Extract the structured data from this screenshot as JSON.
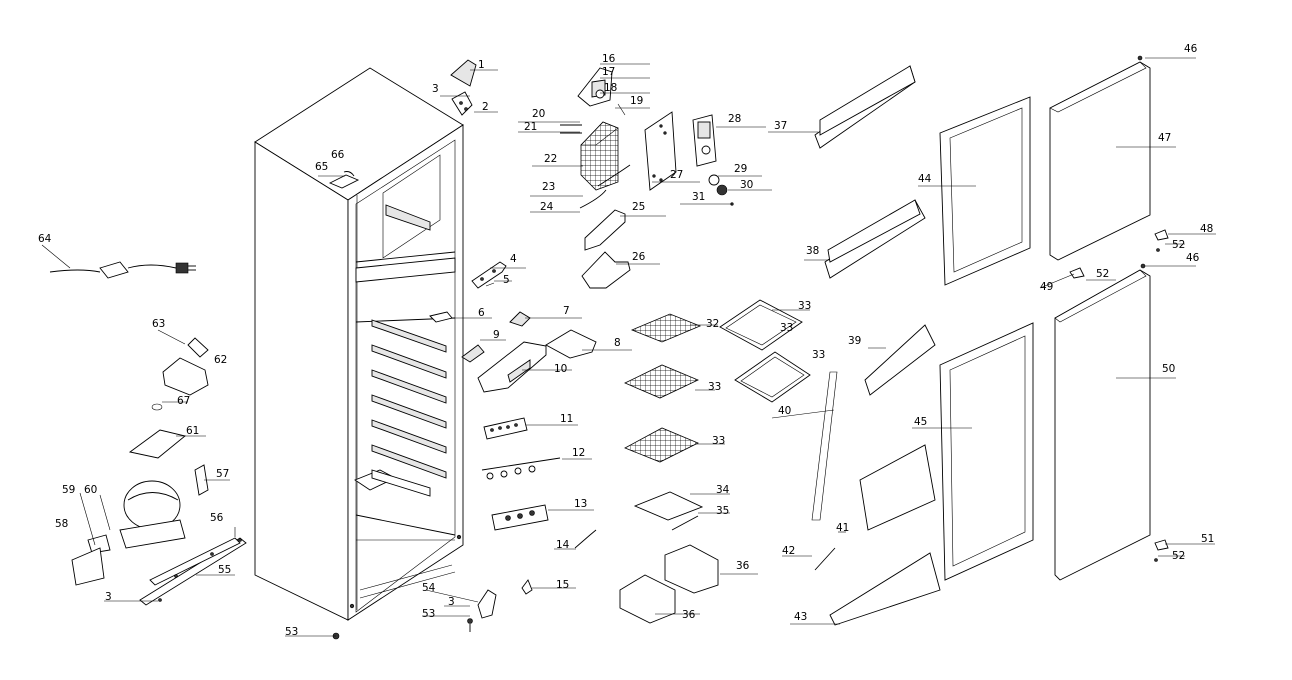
{
  "diagram": {
    "part_numbers": [
      "1",
      "2",
      "3",
      "4",
      "5",
      "6",
      "7",
      "8",
      "9",
      "10",
      "11",
      "12",
      "13",
      "14",
      "15",
      "16",
      "17",
      "18",
      "19",
      "20",
      "21",
      "22",
      "23",
      "24",
      "25",
      "26",
      "27",
      "28",
      "29",
      "30",
      "31",
      "32",
      "33",
      "34",
      "35",
      "36",
      "37",
      "38",
      "39",
      "40",
      "41",
      "42",
      "43",
      "44",
      "45",
      "46",
      "47",
      "48",
      "49",
      "50",
      "51",
      "52",
      "53",
      "54",
      "55",
      "56",
      "57",
      "58",
      "59",
      "60",
      "61",
      "62",
      "63",
      "64",
      "65",
      "66",
      "67"
    ],
    "callouts": [
      {
        "text": "1"
      },
      {
        "text": "3"
      },
      {
        "text": "2"
      },
      {
        "text": "16"
      },
      {
        "text": "17"
      },
      {
        "text": "18"
      },
      {
        "text": "19"
      },
      {
        "text": "20"
      },
      {
        "text": "21"
      },
      {
        "text": "22"
      },
      {
        "text": "23"
      },
      {
        "text": "24"
      },
      {
        "text": "25"
      },
      {
        "text": "26"
      },
      {
        "text": "27"
      },
      {
        "text": "28"
      },
      {
        "text": "29"
      },
      {
        "text": "30"
      },
      {
        "text": "31"
      },
      {
        "text": "37"
      },
      {
        "text": "38"
      },
      {
        "text": "44"
      },
      {
        "text": "46"
      },
      {
        "text": "47"
      },
      {
        "text": "48"
      },
      {
        "text": "52"
      },
      {
        "text": "46"
      },
      {
        "text": "49"
      },
      {
        "text": "52"
      },
      {
        "text": "66"
      },
      {
        "text": "65"
      },
      {
        "text": "64"
      },
      {
        "text": "4"
      },
      {
        "text": "5"
      },
      {
        "text": "6"
      },
      {
        "text": "7"
      },
      {
        "text": "8"
      },
      {
        "text": "9"
      },
      {
        "text": "10"
      },
      {
        "text": "11"
      },
      {
        "text": "12"
      },
      {
        "text": "13"
      },
      {
        "text": "14"
      },
      {
        "text": "15"
      },
      {
        "text": "32"
      },
      {
        "text": "33"
      },
      {
        "text": "33"
      },
      {
        "text": "33"
      },
      {
        "text": "33"
      },
      {
        "text": "33"
      },
      {
        "text": "34"
      },
      {
        "text": "35"
      },
      {
        "text": "36"
      },
      {
        "text": "36"
      },
      {
        "text": "39"
      },
      {
        "text": "40"
      },
      {
        "text": "41"
      },
      {
        "text": "42"
      },
      {
        "text": "43"
      },
      {
        "text": "45"
      },
      {
        "text": "50"
      },
      {
        "text": "51"
      },
      {
        "text": "52"
      },
      {
        "text": "63"
      },
      {
        "text": "62"
      },
      {
        "text": "67"
      },
      {
        "text": "61"
      },
      {
        "text": "57"
      },
      {
        "text": "59"
      },
      {
        "text": "60"
      },
      {
        "text": "58"
      },
      {
        "text": "56"
      },
      {
        "text": "55"
      },
      {
        "text": "3"
      },
      {
        "text": "53"
      },
      {
        "text": "54"
      },
      {
        "text": "3"
      },
      {
        "text": "53"
      }
    ]
  }
}
